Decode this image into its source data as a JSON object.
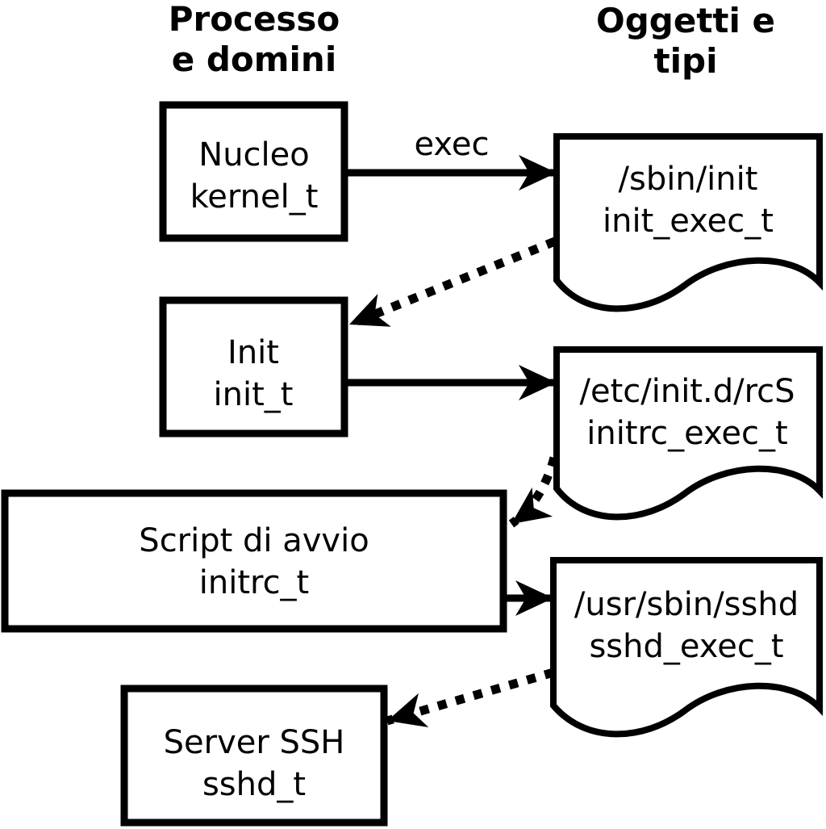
{
  "headers": {
    "left": {
      "line1": "Processo",
      "line2": "e domini"
    },
    "right": {
      "line1": "Oggetti e",
      "line2": "tipi"
    }
  },
  "processes": [
    {
      "label": "Nucleo",
      "domain": "kernel_t"
    },
    {
      "label": "Init",
      "domain": "init_t"
    },
    {
      "label": "Script di avvio",
      "domain": "initrc_t"
    },
    {
      "label": "Server SSH",
      "domain": "sshd_t"
    }
  ],
  "objects": [
    {
      "path": "/sbin/init",
      "type": "init_exec_t"
    },
    {
      "path": "/etc/init.d/rcS",
      "type": "initrc_exec_t"
    },
    {
      "path": "/usr/sbin/sshd",
      "type": "sshd_exec_t"
    }
  ],
  "edges": [
    {
      "from": "kernel_t",
      "to": "init_exec_t",
      "style": "solid",
      "label": "exec"
    },
    {
      "from": "init_exec_t",
      "to": "init_t",
      "style": "dotted",
      "label": ""
    },
    {
      "from": "init_t",
      "to": "initrc_exec_t",
      "style": "solid",
      "label": ""
    },
    {
      "from": "initrc_exec_t",
      "to": "initrc_t",
      "style": "dotted",
      "label": ""
    },
    {
      "from": "initrc_t",
      "to": "sshd_exec_t",
      "style": "solid",
      "label": ""
    },
    {
      "from": "sshd_exec_t",
      "to": "sshd_t",
      "style": "dotted",
      "label": ""
    }
  ],
  "colors": {
    "foreground": "#000000",
    "background": "#ffffff"
  }
}
